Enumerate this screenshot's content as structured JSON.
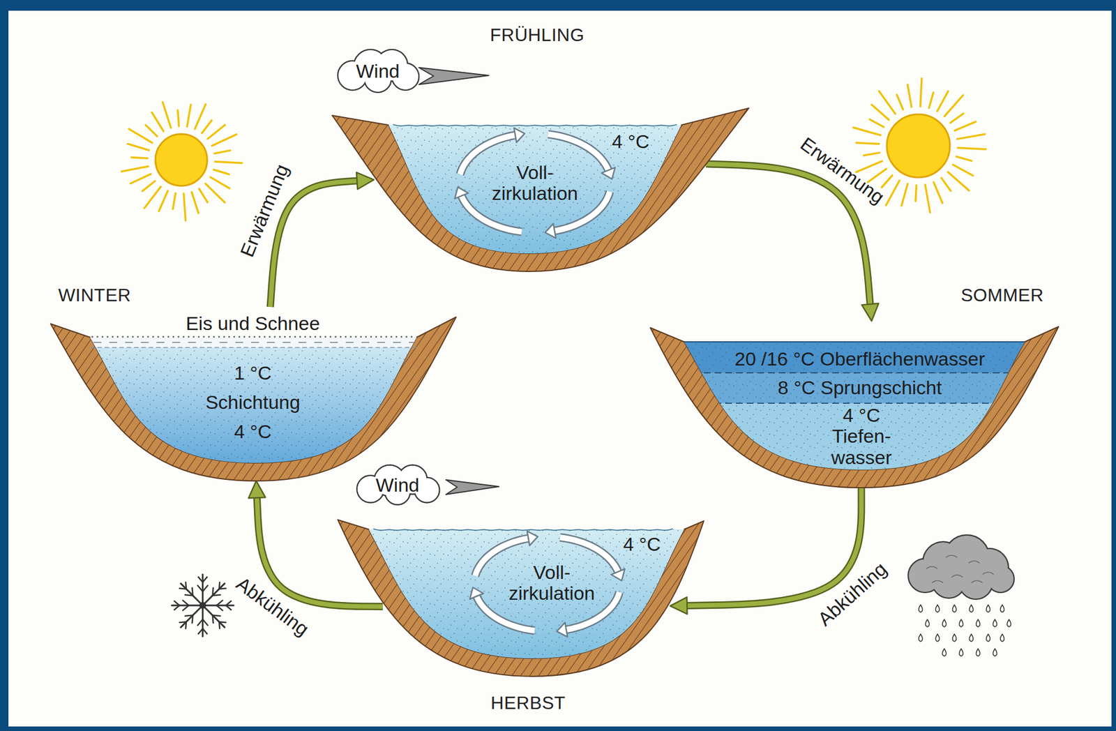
{
  "diagram": {
    "nodes": [
      {
        "text": [
          "Wind"
        ]
      },
      {
        "text": [
          "4 °C",
          "Voll- zirkulation"
        ]
      },
      {
        "text": [
          "Eis und Schnee",
          "1 °C",
          "Schichtung",
          "4 °C"
        ]
      },
      {
        "text": [
          "20 /16 °C Oberflächenwasser",
          "8 °C Sprungschicht",
          "4 °C Tiefen- wasser"
        ]
      },
      {
        "text": [
          "Wind"
        ]
      },
      {
        "text": [
          "4 °C",
          "Voll- zirkulation"
        ]
      }
    ],
    "edges": [
      {
        "from": 2,
        "to": 1,
        "label": "Erwärmung",
        "arrow": "to"
      },
      {
        "from": 1,
        "to": 3,
        "label": "Erwärmung",
        "arrow": "to"
      },
      {
        "from": 3,
        "to": 5,
        "label": "Abkühling",
        "arrow": "to"
      },
      {
        "from": 5,
        "to": 2,
        "label": "Abkühling",
        "arrow": "to"
      }
    ],
    "labels": [
      "FRÜHLING",
      "WINTER",
      "SOMMER",
      "HERBST"
    ]
  }
}
